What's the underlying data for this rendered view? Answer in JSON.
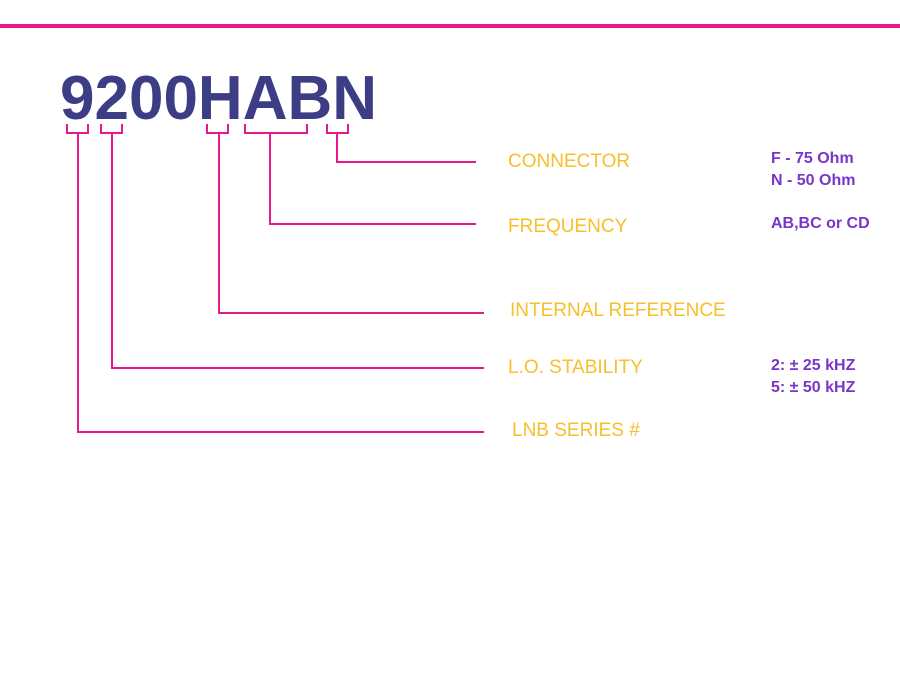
{
  "part_number": "9200HABN",
  "colors": {
    "accent": "#e8198b",
    "part_number": "#3d3d86",
    "label": "#f7bf2a",
    "option": "#7a35c9"
  },
  "fields": [
    {
      "label": "CONNECTOR",
      "options": [
        "F - 75 Ohm",
        "N - 50 Ohm"
      ]
    },
    {
      "label": "FREQUENCY",
      "options": [
        "AB,BC or CD"
      ]
    },
    {
      "label": "INTERNAL REFERENCE",
      "options": []
    },
    {
      "label": "L.O. STABILITY",
      "options": [
        "2: ± 25 kHZ",
        "5: ± 50 kHZ"
      ]
    },
    {
      "label": "LNB SERIES #",
      "options": []
    }
  ]
}
